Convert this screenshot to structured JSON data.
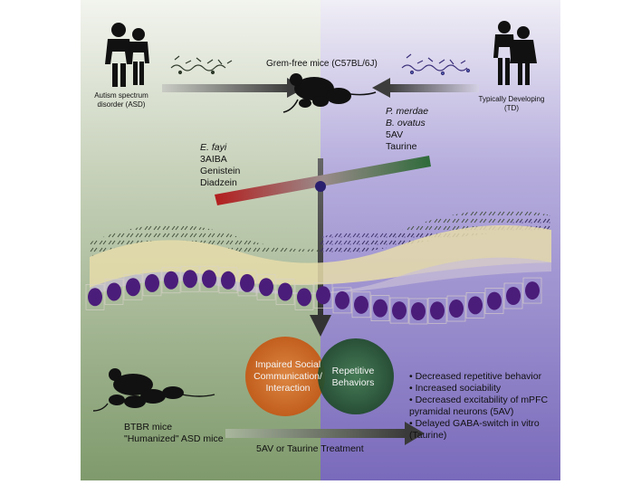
{
  "asd_label": "Autism spectrum disorder (ASD)",
  "td_label": "Typically Developing (TD)",
  "germ_free_label": "Grem-free mice (C57BL/6J)",
  "td_factors": [
    "P. merdae",
    "B. ovatus",
    "5AV",
    "Taurine"
  ],
  "asd_factors": [
    "E. fayi",
    "3AIBA",
    "Genistein",
    "Diadzein"
  ],
  "circle_left": "Impaired Social Communication/ Interaction",
  "circle_right": "Repetitive Behaviors",
  "btbr_line1": "BTBR mice",
  "btbr_line2": "\"Humanized\" ASD mice",
  "treatment_label": "5AV or Taurine Treatment",
  "outcomes": [
    "Decreased repetitive behavior",
    "Increased sociability",
    "Decreased excitability of mPFC pyramidal neurons (5AV)",
    "Delayed GABA-switch in vitro (Taurine)"
  ],
  "colors": {
    "asd_side": "#8fa97e",
    "td_side": "#8a7cc4",
    "cell": "#4b1d7a",
    "bar_red": "#b31d1d",
    "bar_green": "#2e6b3a"
  }
}
